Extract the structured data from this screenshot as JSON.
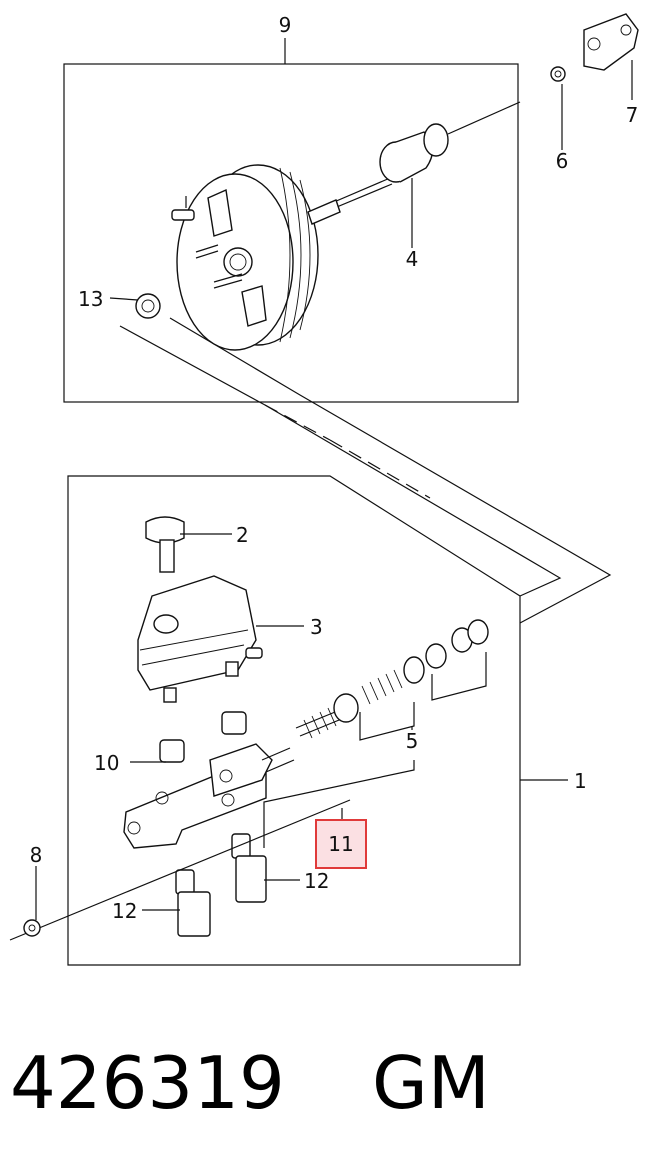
{
  "callouts": {
    "c1": "1",
    "c2": "2",
    "c3": "3",
    "c4": "4",
    "c5": "5",
    "c6": "6",
    "c7": "7",
    "c8": "8",
    "c9": "9",
    "c10": "10",
    "c11": "11",
    "c12a": "12",
    "c12b": "12",
    "c13": "13"
  },
  "highlight_color": "#e03a3a",
  "highlight_fill": "#fbe0e3",
  "footer": {
    "part_number": "426319",
    "brand": "GM"
  }
}
